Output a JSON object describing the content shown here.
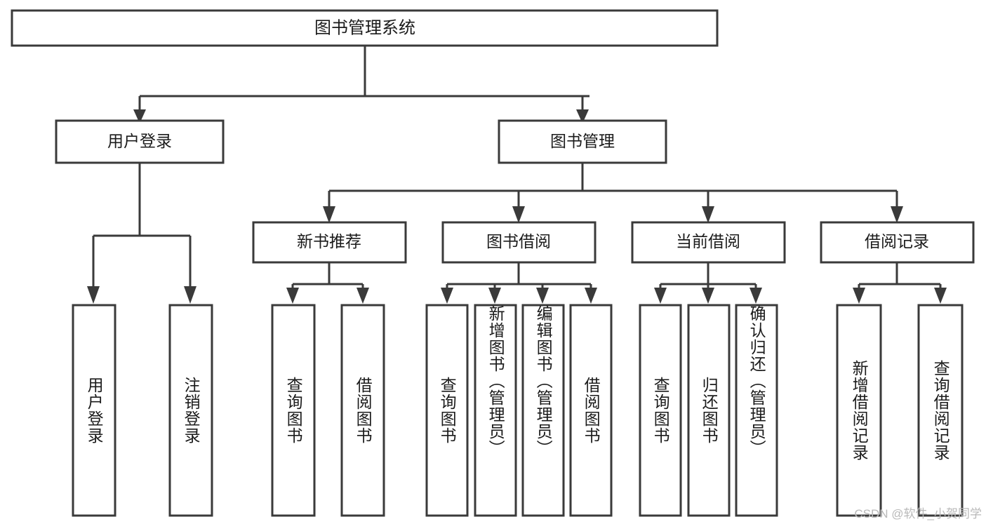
{
  "diagram": {
    "title": "图书管理系统",
    "type": "hierarchy-tree",
    "root": {
      "id": "root",
      "label": "图书管理系统",
      "orientation": "horizontal"
    },
    "level2": [
      {
        "id": "user-login",
        "label": "用户登录",
        "orientation": "horizontal"
      },
      {
        "id": "book-management",
        "label": "图书管理",
        "orientation": "horizontal"
      }
    ],
    "level3": [
      {
        "id": "new-book-recommend",
        "label": "新书推荐",
        "orientation": "horizontal",
        "parent": "book-management"
      },
      {
        "id": "book-borrow",
        "label": "图书借阅",
        "orientation": "horizontal",
        "parent": "book-management"
      },
      {
        "id": "current-borrow",
        "label": "当前借阅",
        "orientation": "horizontal",
        "parent": "book-management"
      },
      {
        "id": "borrow-record",
        "label": "借阅记录",
        "orientation": "horizontal",
        "parent": "book-management"
      }
    ],
    "leaves": [
      {
        "id": "leaf-user-login",
        "label": "用户登录",
        "orientation": "vertical",
        "parent": "user-login"
      },
      {
        "id": "leaf-user-logout",
        "label": "注销登录",
        "orientation": "vertical",
        "parent": "user-login"
      },
      {
        "id": "leaf-query-book-1",
        "label": "查询图书",
        "orientation": "vertical",
        "parent": "new-book-recommend"
      },
      {
        "id": "leaf-borrow-book-1",
        "label": "借阅图书",
        "orientation": "vertical",
        "parent": "new-book-recommend"
      },
      {
        "id": "leaf-query-book-2",
        "label": "查询图书",
        "orientation": "vertical",
        "parent": "book-borrow"
      },
      {
        "id": "leaf-add-book",
        "label": "新增图书（管理员）",
        "orientation": "vertical",
        "parent": "book-borrow"
      },
      {
        "id": "leaf-edit-book",
        "label": "编辑图书（管理员）",
        "orientation": "vertical",
        "parent": "book-borrow"
      },
      {
        "id": "leaf-borrow-book-2",
        "label": "借阅图书",
        "orientation": "vertical",
        "parent": "book-borrow"
      },
      {
        "id": "leaf-query-book-3",
        "label": "查询图书",
        "orientation": "vertical",
        "parent": "current-borrow"
      },
      {
        "id": "leaf-return-book",
        "label": "归还图书",
        "orientation": "vertical",
        "parent": "current-borrow"
      },
      {
        "id": "leaf-confirm-return",
        "label": "确认归还（管理员）",
        "orientation": "vertical",
        "parent": "current-borrow"
      },
      {
        "id": "leaf-add-record",
        "label": "新增借阅记录",
        "orientation": "vertical",
        "parent": "borrow-record"
      },
      {
        "id": "leaf-query-record",
        "label": "查询借阅记录",
        "orientation": "vertical",
        "parent": "borrow-record"
      }
    ],
    "colors": {
      "box_stroke": "#3a3a3a",
      "box_fill": "#ffffff",
      "text": "#1b1b1b",
      "connector": "#3a3a3a",
      "background": "#ffffff",
      "watermark": "#b9b9b9"
    }
  },
  "watermark": {
    "text": "CSDN @软件_小贺同学"
  }
}
